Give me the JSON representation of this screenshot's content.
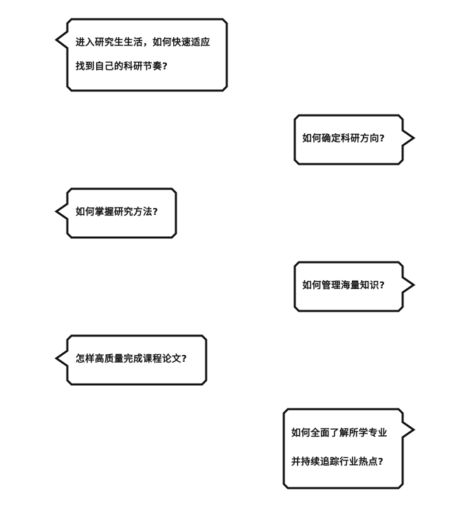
{
  "bubbles": [
    {
      "lines": [
        "进入研究生生活，如何快速适应",
        "找到自己的科研节奏?"
      ]
    },
    {
      "lines": [
        "如何确定科研方向?"
      ]
    },
    {
      "lines": [
        "如何掌握研究方法?"
      ]
    },
    {
      "lines": [
        "如何管理海量知识?"
      ]
    },
    {
      "lines": [
        "怎样高质量完成课程论文?"
      ]
    },
    {
      "lines": [
        "如何全面了解所学专业",
        "并持续追踪行业热点?"
      ]
    }
  ],
  "colors": {
    "outline": "#111111",
    "fill": "#ffffff",
    "text": "#111111"
  }
}
